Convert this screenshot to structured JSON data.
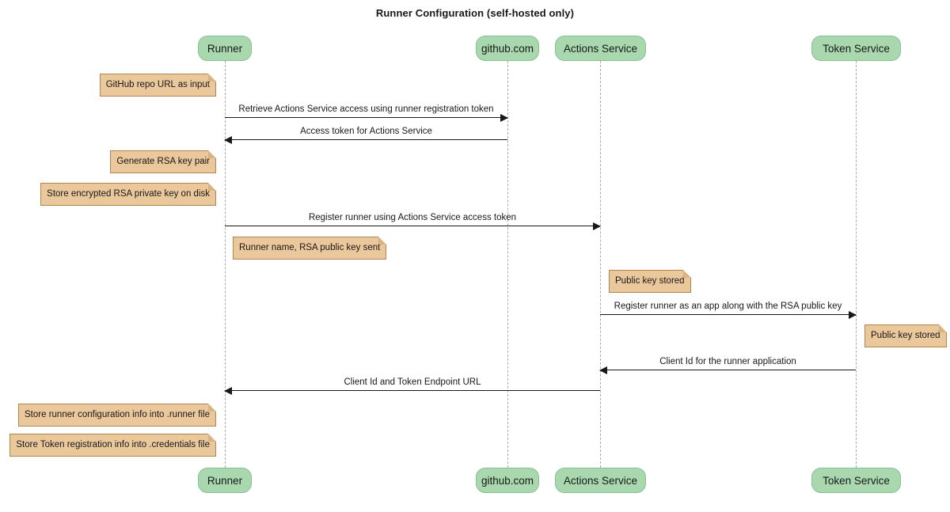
{
  "title": "Runner Configuration (self-hosted only)",
  "participants": [
    {
      "id": "runner",
      "name": "Runner"
    },
    {
      "id": "github",
      "name": "github.com"
    },
    {
      "id": "actions-service",
      "name": "Actions Service"
    },
    {
      "id": "token-service",
      "name": "Token Service"
    }
  ],
  "messages": [
    {
      "text": "Retrieve Actions Service access using runner registration token",
      "from": "Runner",
      "to": "github.com",
      "direction": "right"
    },
    {
      "text": "Access token for Actions Service",
      "from": "github.com",
      "to": "Runner",
      "direction": "left"
    },
    {
      "text": "Register runner using Actions Service access token",
      "from": "Runner",
      "to": "Actions Service",
      "direction": "right"
    },
    {
      "text": "Register runner as an app along with the RSA public key",
      "from": "Actions Service",
      "to": "Token Service",
      "direction": "right"
    },
    {
      "text": "Client Id for the runner application",
      "from": "Token Service",
      "to": "Actions Service",
      "direction": "left"
    },
    {
      "text": "Client Id and Token Endpoint URL",
      "from": "Actions Service",
      "to": "Runner",
      "direction": "left"
    }
  ],
  "notes": [
    {
      "text": "GitHub repo URL as input",
      "position": "left of Runner"
    },
    {
      "text": "Generate RSA key pair",
      "position": "left of Runner"
    },
    {
      "text": "Store encrypted RSA private key on disk",
      "position": "left of Runner"
    },
    {
      "text": "Runner name, RSA public key sent",
      "position": "right of Runner"
    },
    {
      "text": "Public key stored",
      "position": "right of Actions Service"
    },
    {
      "text": "Public key stored",
      "position": "right of Token Service"
    },
    {
      "text": "Store runner configuration info into .runner file",
      "position": "left of Runner"
    },
    {
      "text": "Store Token registration info into .credentials file",
      "position": "left of Runner"
    }
  ],
  "colors": {
    "participant_fill": "#a9d8af",
    "participant_border": "#89bf92",
    "note_fill": "#ebc79c",
    "note_border": "#b08550",
    "lifeline": "#aaaaaa",
    "arrow": "#181818"
  }
}
